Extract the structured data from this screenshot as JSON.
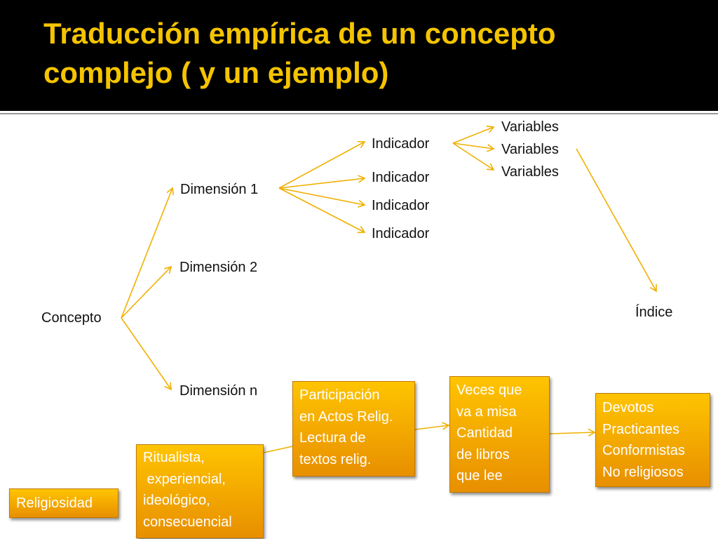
{
  "title": {
    "line1": "Traducción empírica de un concepto",
    "line2": "complejo ( y un ejemplo)"
  },
  "diagram": {
    "concept": "Concepto",
    "dimensions": [
      "Dimensión 1",
      "Dimensión 2",
      "Dimensión n"
    ],
    "indicators": [
      "Indicador",
      "Indicador",
      "Indicador",
      "Indicador"
    ],
    "variables": [
      "Variables",
      "Variables",
      "Variables"
    ],
    "index": "Índice"
  },
  "example": {
    "concept": "Religiosidad",
    "dimensions": [
      "Ritualista,",
      " experiencial,",
      "ideológico,",
      "consecuencial"
    ],
    "indicators": [
      "Participación",
      "en Actos Relig.",
      "Lectura de",
      "textos relig."
    ],
    "variables": [
      "Veces que",
      "va a misa",
      "Cantidad",
      "de libros",
      "que lee"
    ],
    "index": [
      "Devotos",
      "Practicantes",
      "Conformistas",
      "No religiosos"
    ]
  },
  "colors": {
    "header_bg": "#000000",
    "title_text": "#f5c400",
    "arrow": "#f0b000",
    "box_top": "#ffc400",
    "box_bottom": "#e88f00",
    "box_text": "#ffffff"
  }
}
